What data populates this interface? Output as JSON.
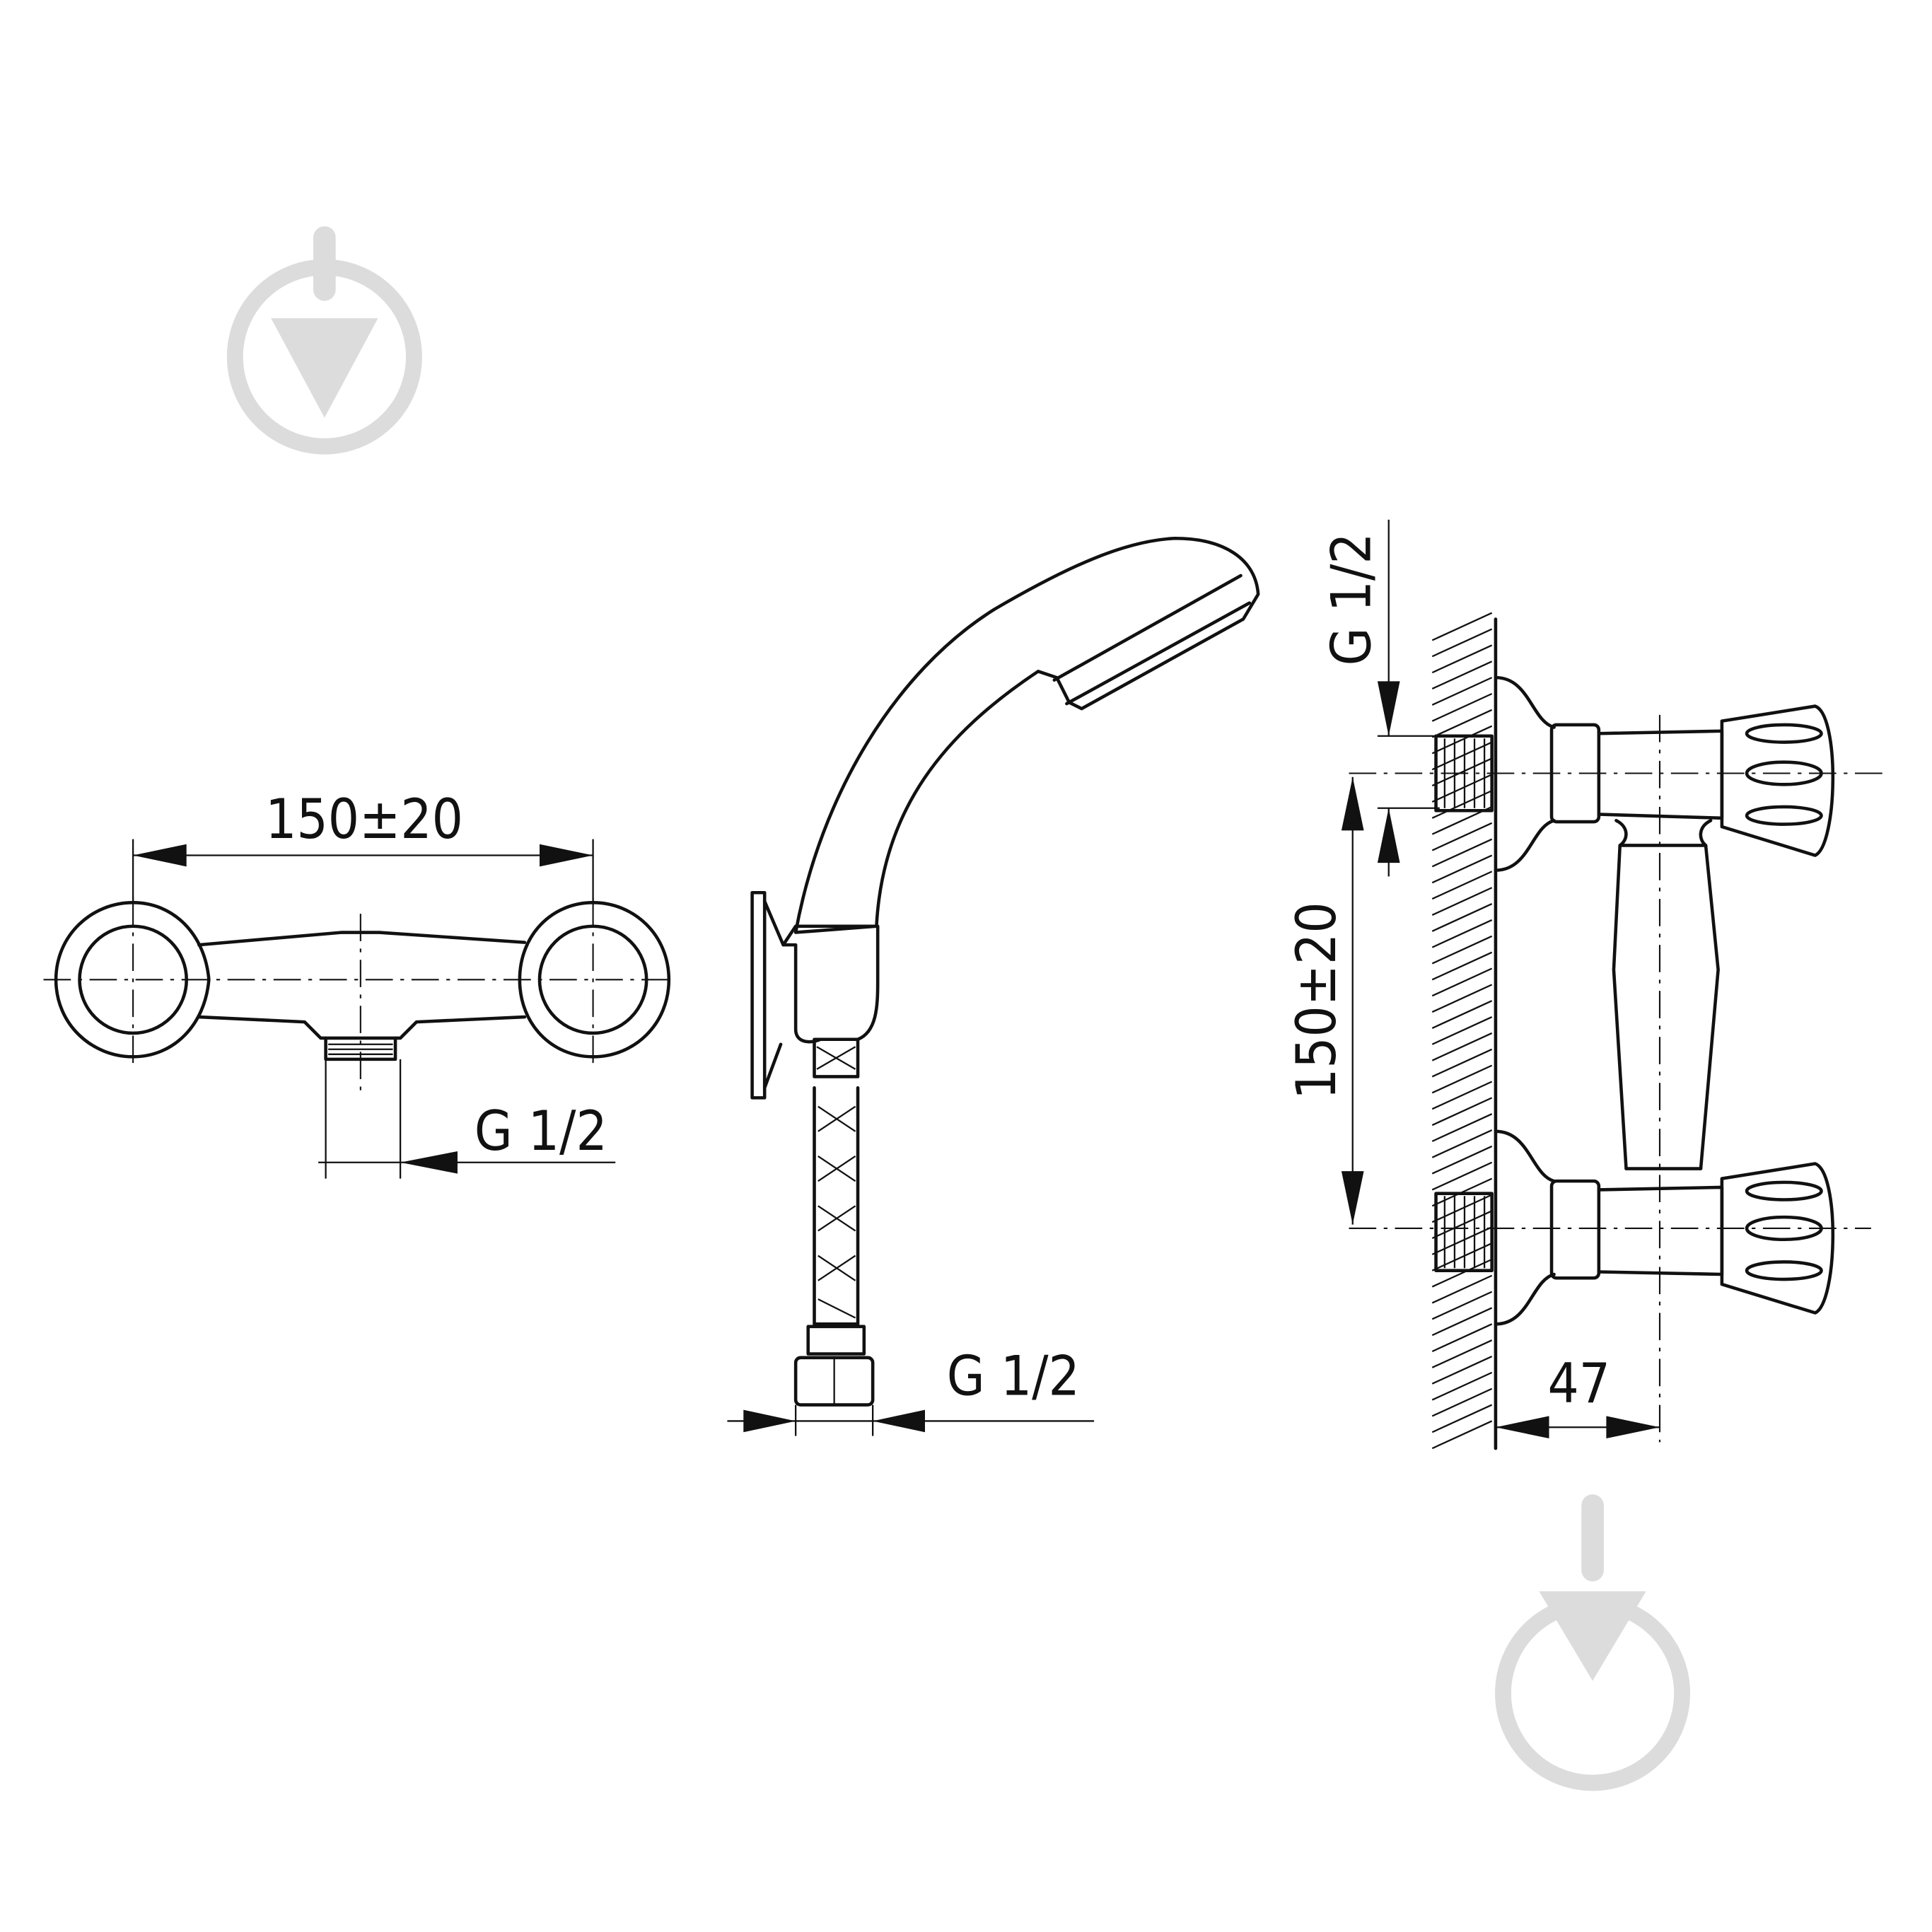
{
  "drawing": {
    "front_view": {
      "width_dimension": "150±20",
      "outlet_thread": "G 1/2"
    },
    "shower_view": {
      "hose_thread": "G 1/2"
    },
    "side_view": {
      "inlet_thread": "G 1/2",
      "spacing_dimension": "150±20",
      "depth_dimension": "47"
    }
  },
  "watermark": {
    "icon": "downward-arrow-in-circle-logo",
    "color": "#dcdcdc"
  }
}
